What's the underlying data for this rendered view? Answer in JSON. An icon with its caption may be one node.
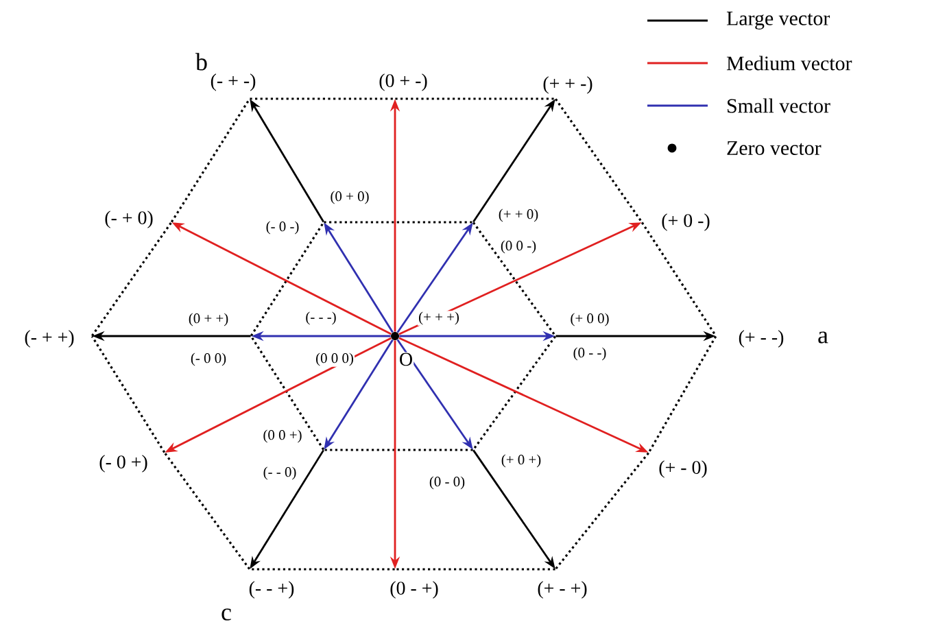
{
  "diagram": {
    "nodes": [
      {
        "text": [
          "(- - -)",
          "(+ + +)",
          "(0 0 0)",
          "O"
        ]
      },
      {
        "text": [
          "(- + -)"
        ]
      },
      {
        "text": [
          "(0 + -)"
        ]
      },
      {
        "text": [
          "(+ + -)"
        ]
      },
      {
        "text": [
          "(- + 0)"
        ]
      },
      {
        "text": [
          "(+ 0 -)"
        ]
      },
      {
        "text": [
          "(- + +)"
        ]
      },
      {
        "text": [
          "(+ - -)"
        ]
      },
      {
        "text": [
          "(- 0 +)"
        ]
      },
      {
        "text": [
          "(+ - 0)"
        ]
      },
      {
        "text": [
          "(- - +)"
        ]
      },
      {
        "text": [
          "(0 - +)"
        ]
      },
      {
        "text": [
          "(+ - +)"
        ]
      },
      {
        "text": [
          "(0 + 0)",
          "(- 0 -)"
        ]
      },
      {
        "text": [
          "(+ + 0)",
          "(0 0 -)"
        ]
      },
      {
        "text": [
          "(0 + +)",
          "(- 0 0)"
        ]
      },
      {
        "text": [
          "(+ 0 0)",
          "(0 - -)"
        ]
      },
      {
        "text": [
          "(0 0 +)",
          "(- - 0)"
        ]
      },
      {
        "text": [
          "(+ 0 +)",
          "(0 - 0)"
        ]
      }
    ],
    "edges": [
      {
        "from": 1,
        "to": 2,
        "arrow": "none",
        "style": "dashed"
      },
      {
        "from": 2,
        "to": 3,
        "arrow": "none",
        "style": "dashed"
      },
      {
        "from": 3,
        "to": 5,
        "arrow": "none",
        "style": "dashed"
      },
      {
        "from": 5,
        "to": 7,
        "arrow": "none",
        "style": "dashed"
      },
      {
        "from": 7,
        "to": 9,
        "arrow": "none",
        "style": "dashed"
      },
      {
        "from": 9,
        "to": 12,
        "arrow": "none",
        "style": "dashed"
      },
      {
        "from": 12,
        "to": 11,
        "arrow": "none",
        "style": "dashed"
      },
      {
        "from": 11,
        "to": 10,
        "arrow": "none",
        "style": "dashed"
      },
      {
        "from": 10,
        "to": 8,
        "arrow": "none",
        "style": "dashed"
      },
      {
        "from": 8,
        "to": 6,
        "arrow": "none",
        "style": "dashed"
      },
      {
        "from": 6,
        "to": 4,
        "arrow": "none",
        "style": "dashed"
      },
      {
        "from": 4,
        "to": 1,
        "arrow": "none",
        "style": "dashed"
      },
      {
        "from": 13,
        "to": 14,
        "arrow": "none",
        "style": "dashed"
      },
      {
        "from": 14,
        "to": 16,
        "arrow": "none",
        "style": "dashed"
      },
      {
        "from": 16,
        "to": 18,
        "arrow": "none",
        "style": "dashed"
      },
      {
        "from": 18,
        "to": 17,
        "arrow": "none",
        "style": "dashed"
      },
      {
        "from": 17,
        "to": 15,
        "arrow": "none",
        "style": "dashed"
      },
      {
        "from": 15,
        "to": 13,
        "arrow": "none",
        "style": "dashed"
      },
      {
        "from": 0,
        "to": 2,
        "arrow": "to",
        "color": "#e02020"
      },
      {
        "from": 0,
        "to": 4,
        "arrow": "to",
        "color": "#e02020"
      },
      {
        "from": 0,
        "to": 5,
        "arrow": "to",
        "color": "#e02020"
      },
      {
        "from": 0,
        "to": 8,
        "arrow": "to",
        "color": "#e02020"
      },
      {
        "from": 0,
        "to": 9,
        "arrow": "to",
        "color": "#e02020"
      },
      {
        "from": 0,
        "to": 11,
        "arrow": "to",
        "color": "#e02020"
      },
      {
        "from": 0,
        "to": 13,
        "arrow": "to",
        "color": "#3030b0"
      },
      {
        "from": 0,
        "to": 14,
        "arrow": "to",
        "color": "#3030b0"
      },
      {
        "from": 0,
        "to": 15,
        "arrow": "to",
        "color": "#3030b0"
      },
      {
        "from": 0,
        "to": 16,
        "arrow": "to",
        "color": "#3030b0"
      },
      {
        "from": 0,
        "to": 17,
        "arrow": "to",
        "color": "#3030b0"
      },
      {
        "from": 0,
        "to": 18,
        "arrow": "to",
        "color": "#3030b0"
      },
      {
        "from": 13,
        "to": 1,
        "arrow": "to"
      },
      {
        "from": 14,
        "to": 3,
        "arrow": "to"
      },
      {
        "from": 15,
        "to": 6,
        "arrow": "to"
      },
      {
        "from": 16,
        "to": 7,
        "arrow": "to"
      },
      {
        "from": 17,
        "to": 10,
        "arrow": "to"
      },
      {
        "from": 18,
        "to": 12,
        "arrow": "to"
      }
    ],
    "labels": [
      "b",
      "a",
      "c"
    ],
    "legend": [
      {
        "text": "Large vector"
      },
      {
        "text": "Medium vector"
      },
      {
        "text": "Small vector"
      },
      {
        "text": "Zero vector"
      }
    ]
  }
}
